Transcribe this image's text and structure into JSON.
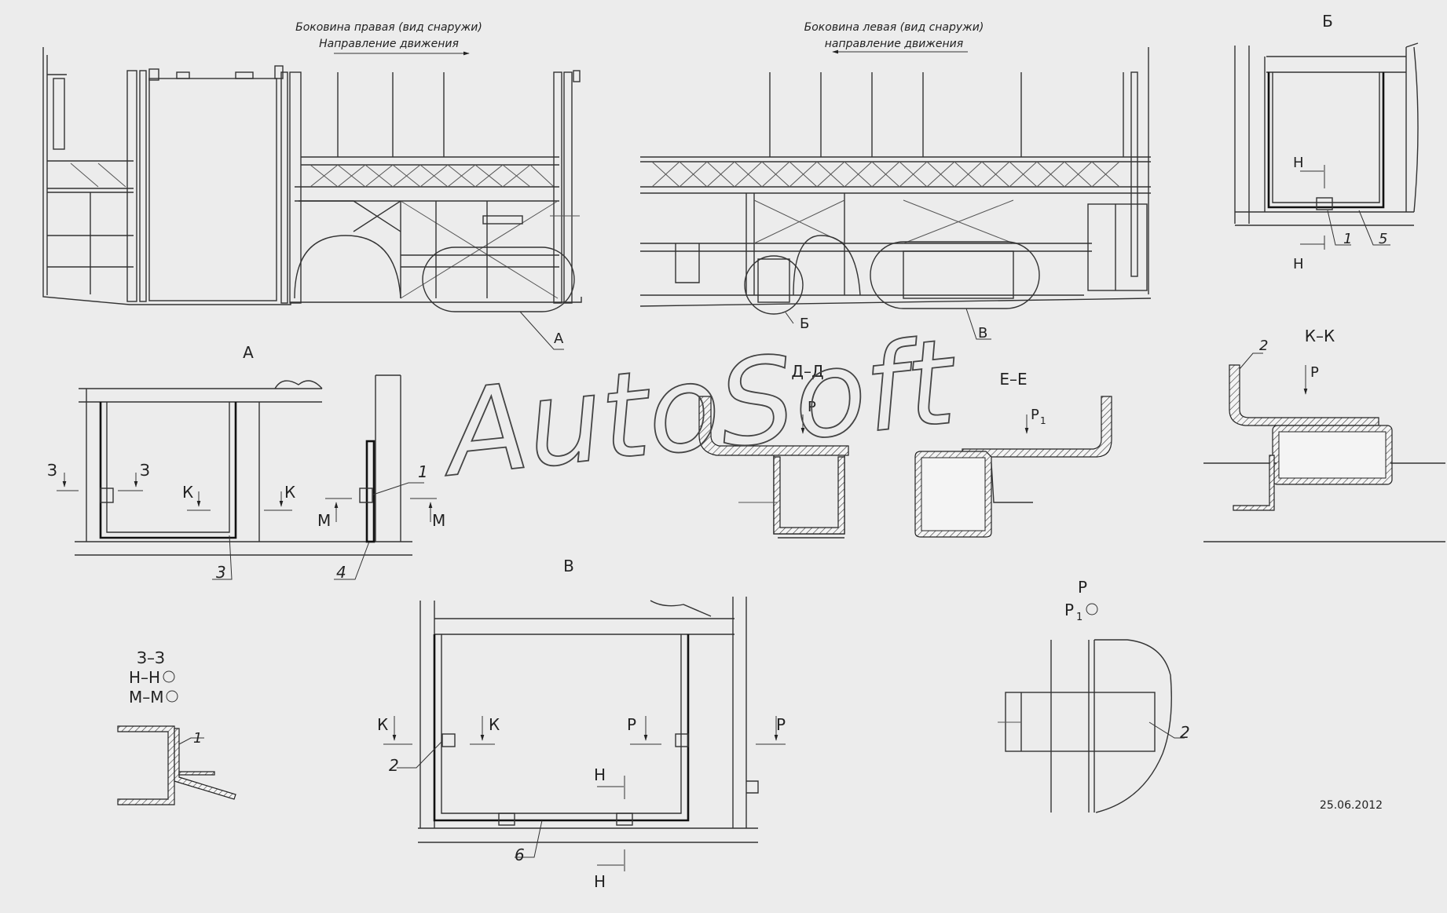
{
  "header": {
    "right_side_title": "Боковина правая (вид снаружи)",
    "right_side_direction": "Направление движения",
    "left_side_title": "Боковина левая (вид снаружи)",
    "left_side_direction": "направление движения"
  },
  "callouts": {
    "a": "А",
    "b": "Б",
    "v": "В"
  },
  "views": {
    "a_title": "А",
    "b_title": "Б",
    "v_title": "В",
    "dd_title": "Д–Д",
    "ee_title": "Е–Е",
    "kk_title": "К–К",
    "zz_title": "З–З",
    "hh_label": "Н–Н",
    "mm_label": "М–М",
    "p_view_title": "Р",
    "p1_view_label": "Р",
    "p1_sub": "1"
  },
  "section_marks": {
    "z": "З",
    "k": "К",
    "m": "М",
    "n": "Н",
    "p": "Р",
    "p1": "Р",
    "p1_sub": "1"
  },
  "part_numbers": {
    "n1": "1",
    "n2": "2",
    "n3": "3",
    "n4": "4",
    "n5": "5",
    "n6": "6"
  },
  "watermark": "AutoSoft",
  "date_stamp": "25.06.2012",
  "colors": {
    "background": "#ececec",
    "lines": "#333333"
  }
}
